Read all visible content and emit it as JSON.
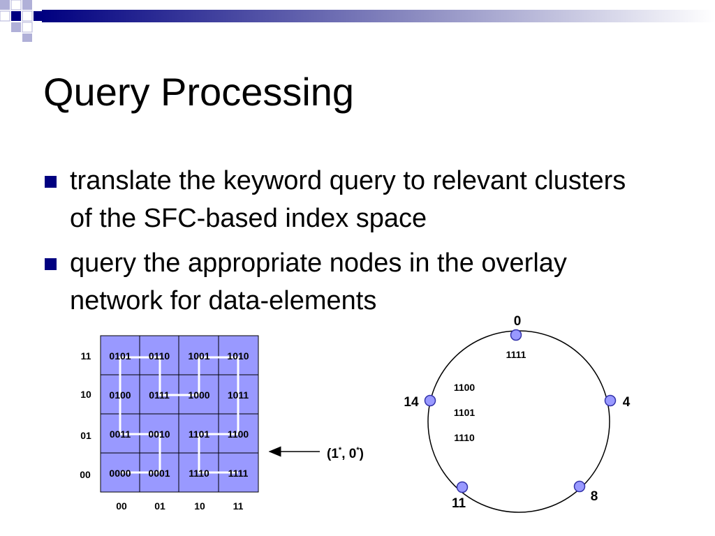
{
  "slide": {
    "title": "Query Processing",
    "bullets": [
      "translate the keyword query to relevant clusters of the SFC-based index space",
      "query the appropriate nodes in the overlay network for data-elements"
    ]
  },
  "grid": {
    "rows": [
      [
        "0101",
        "0110",
        "1001",
        "1010"
      ],
      [
        "0100",
        "0111",
        "1000",
        "1011"
      ],
      [
        "0011",
        "0010",
        "1101",
        "1100"
      ],
      [
        "0000",
        "0001",
        "1110",
        "1111"
      ]
    ],
    "row_labels": [
      "11",
      "10",
      "01",
      "00"
    ],
    "col_labels": [
      "00",
      "01",
      "10",
      "11"
    ],
    "fill_color": "#9999ff"
  },
  "query": {
    "prefix": "(1",
    "star1": "*",
    "middle": ", 0",
    "star2": "*",
    "suffix": ")"
  },
  "ring": {
    "nodes": [
      {
        "label": "0"
      },
      {
        "label": "4"
      },
      {
        "label": "8"
      },
      {
        "label": "11"
      },
      {
        "label": "14"
      }
    ],
    "keys_near_0": [
      "1111"
    ],
    "keys_near_14": [
      "1100",
      "1101",
      "1110"
    ],
    "node_color": "#9999ff"
  }
}
